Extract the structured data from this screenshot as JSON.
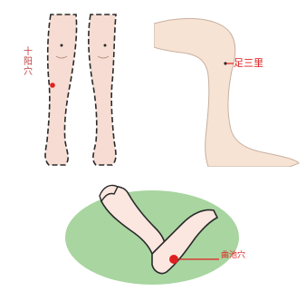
{
  "labels": {
    "zusanli": "足三里",
    "quchi": "曲池穴",
    "yangmai": "十阳穴"
  },
  "colors": {
    "skin": "#f6dcd2",
    "skin_knee": "#f7e3d4",
    "outline": "#2a2a2a",
    "point": "#e02020",
    "ellipse_green": "#a8d5a0",
    "label_red": "#e02020"
  },
  "icons": {
    "legs": "legs-front-illustration",
    "knee": "bent-knee-illustration",
    "elbow": "bent-elbow-illustration",
    "point": "acupoint-dot"
  }
}
